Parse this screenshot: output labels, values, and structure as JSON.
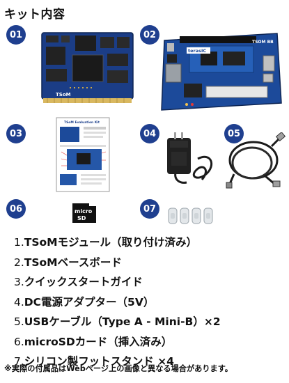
{
  "title": "キット内容",
  "badges": [
    "01",
    "02",
    "03",
    "04",
    "05",
    "06",
    "07"
  ],
  "images": {
    "som_label": "TSoM",
    "board_label1": "TSOM BB",
    "board_logo": "terasIC",
    "guide_title": "TSoM Evaluation Kit",
    "sd_label1": "micro",
    "sd_label2": "SD"
  },
  "items": [
    {
      "num": "1.",
      "text": "TSoMモジュール（取り付け済み）"
    },
    {
      "num": "2.",
      "text": "TSoMベースボード"
    },
    {
      "num": "3.",
      "text": "クイックスタートガイド"
    },
    {
      "num": "4.",
      "text": "DC電源アダプター（5V）"
    },
    {
      "num": "5.",
      "text": "USBケーブル（Type A - Mini-B）×2"
    },
    {
      "num": "6.",
      "text": "microSDカード（挿入済み）"
    },
    {
      "num": "7.",
      "text": "シリコン製フットスタンド ×4"
    }
  ],
  "note": "※実際の付属品はWebページ上の画像と異なる場合があります。"
}
